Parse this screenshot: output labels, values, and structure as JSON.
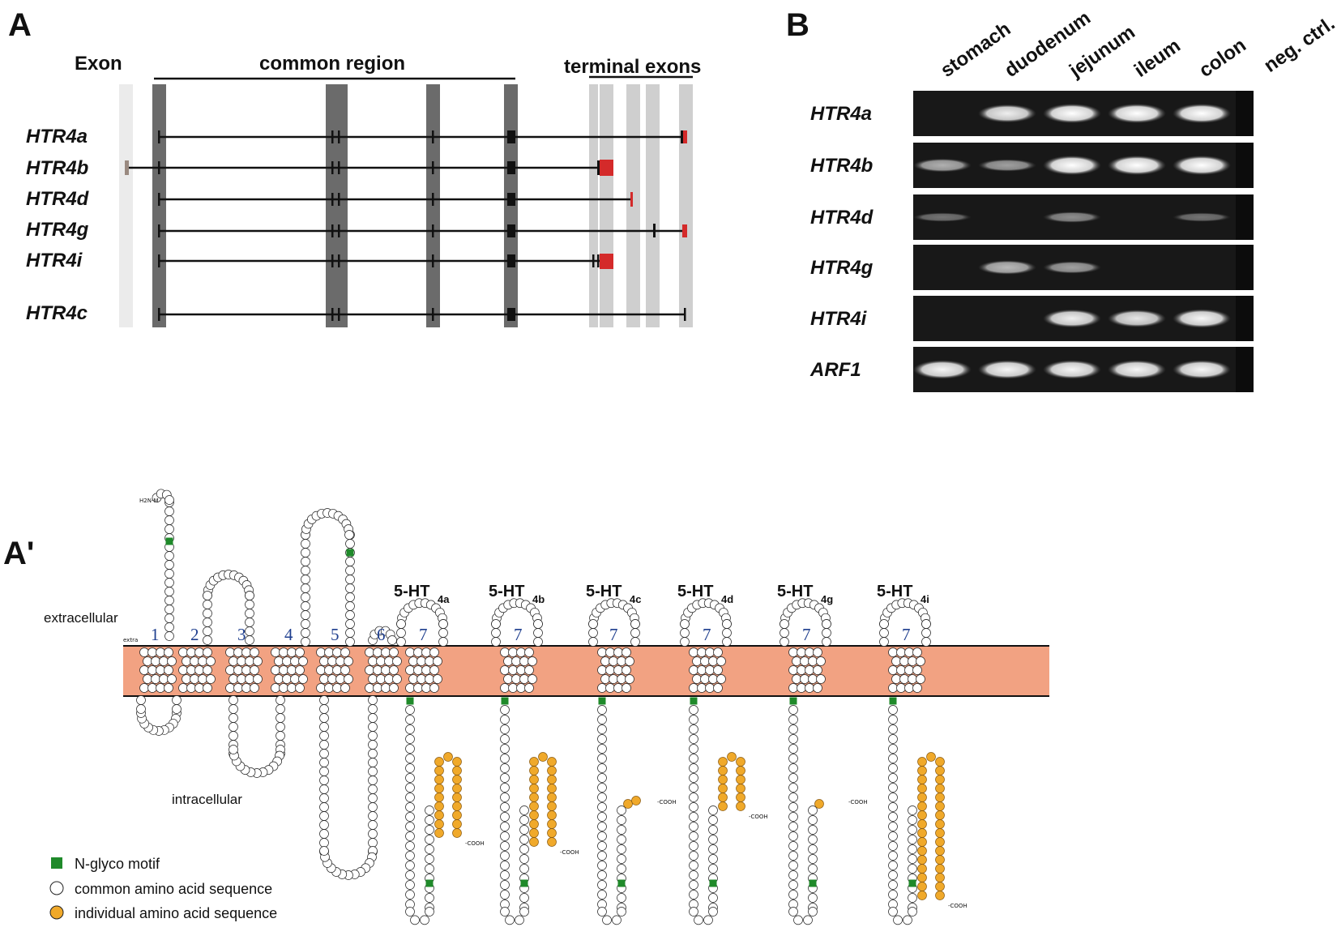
{
  "panel_a": {
    "letter": "A",
    "exon_label": "Exon",
    "common_region_label": "common region",
    "terminal_exons_label": "terminal exons",
    "isoforms": [
      "HTR4a",
      "HTR4b",
      "HTR4d",
      "HTR4g",
      "HTR4i",
      "HTR4c"
    ]
  },
  "panel_b": {
    "letter": "B",
    "tissues": [
      "stomach",
      "duodenum",
      "jejunum",
      "ileum",
      "colon",
      "neg. ctrl."
    ],
    "rows": [
      {
        "gene": "HTR4a",
        "band_intensity": [
          0,
          0.9,
          1,
          1,
          1,
          0
        ]
      },
      {
        "gene": "HTR4b",
        "band_intensity": [
          0.55,
          0.45,
          1,
          1,
          1,
          0
        ]
      },
      {
        "gene": "HTR4d",
        "band_intensity": [
          0.2,
          0,
          0.35,
          0,
          0.2,
          0
        ]
      },
      {
        "gene": "HTR4g",
        "band_intensity": [
          0,
          0.6,
          0.45,
          0,
          0,
          0
        ]
      },
      {
        "gene": "HTR4i",
        "band_intensity": [
          0,
          0,
          0.9,
          0.85,
          0.95,
          0
        ]
      },
      {
        "gene": "ARF1",
        "band_intensity": [
          0.95,
          0.95,
          0.95,
          0.95,
          0.95,
          0
        ]
      }
    ]
  },
  "panel_a_prime": {
    "letter": "A'",
    "extracellular_label": "extracellular",
    "intracellular_label": "intracellular",
    "extra_small_label": "extra",
    "tm_numbers": [
      "1",
      "2",
      "3",
      "4",
      "5",
      "6",
      "7",
      "7",
      "7",
      "7",
      "7",
      "7"
    ],
    "n_terminus": "H2N-M",
    "cooh": "COOH",
    "variants": [
      {
        "prefix": "5-HT",
        "sub": "4a",
        "tail_len": 18
      },
      {
        "prefix": "5-HT",
        "sub": "4b",
        "tail_len": 20
      },
      {
        "prefix": "5-HT",
        "sub": "4c",
        "tail_len": 2
      },
      {
        "prefix": "5-HT",
        "sub": "4d",
        "tail_len": 12
      },
      {
        "prefix": "5-HT",
        "sub": "4g",
        "tail_len": 1
      },
      {
        "prefix": "5-HT",
        "sub": "4i",
        "tail_len": 44
      }
    ],
    "legend": [
      {
        "label": "N-glyco motif",
        "color": "#1f8a2a",
        "shape": "square"
      },
      {
        "label": "common amino acid sequence",
        "color": "#ffffff",
        "shape": "circle"
      },
      {
        "label": "individual amino acid sequence",
        "color": "#f0a92a",
        "shape": "circle"
      }
    ],
    "colors": {
      "membrane": "#f2a282",
      "individual": "#f0a92a",
      "glyco": "#1f8a2a",
      "tm_number": "#1f3f8f"
    }
  }
}
